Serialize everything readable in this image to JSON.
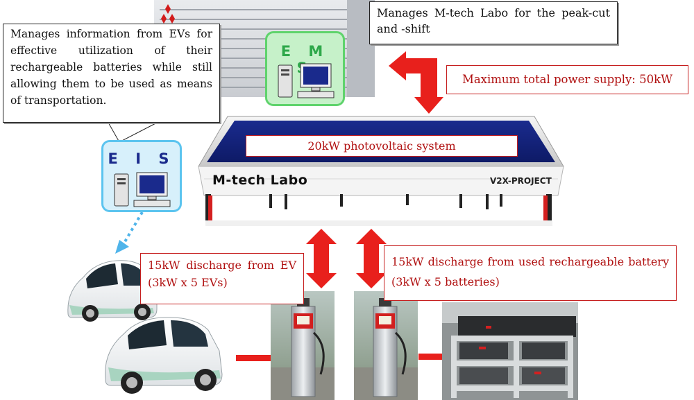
{
  "ems": {
    "title": "E M S",
    "callout": "Manages M-tech Labo for the peak-cut and -shift",
    "color": "#2ea84a"
  },
  "eis": {
    "title": "E I S",
    "callout": "Manages information from EVs for effective utilization of their rechargeable batteries while still allowing them to be used as means of transportation.",
    "color": "#1a2a8c"
  },
  "power_supply_label": "Maximum total power supply: 50kW",
  "pv_label": "20kW photovoltaic system",
  "facility": {
    "name": "M-tech Labo",
    "project": "V2X-PROJECT"
  },
  "ev_discharge": "15kW discharge from EV (3kW x 5 EVs)",
  "battery_discharge": "15kW discharge from used rechargeable battery (3kW x 5 batteries)",
  "colors": {
    "arrow_red": "#e8201c",
    "label_red": "#b01010",
    "panel_blue": "#1c2a86",
    "dotted_blue": "#4fb4ea"
  }
}
